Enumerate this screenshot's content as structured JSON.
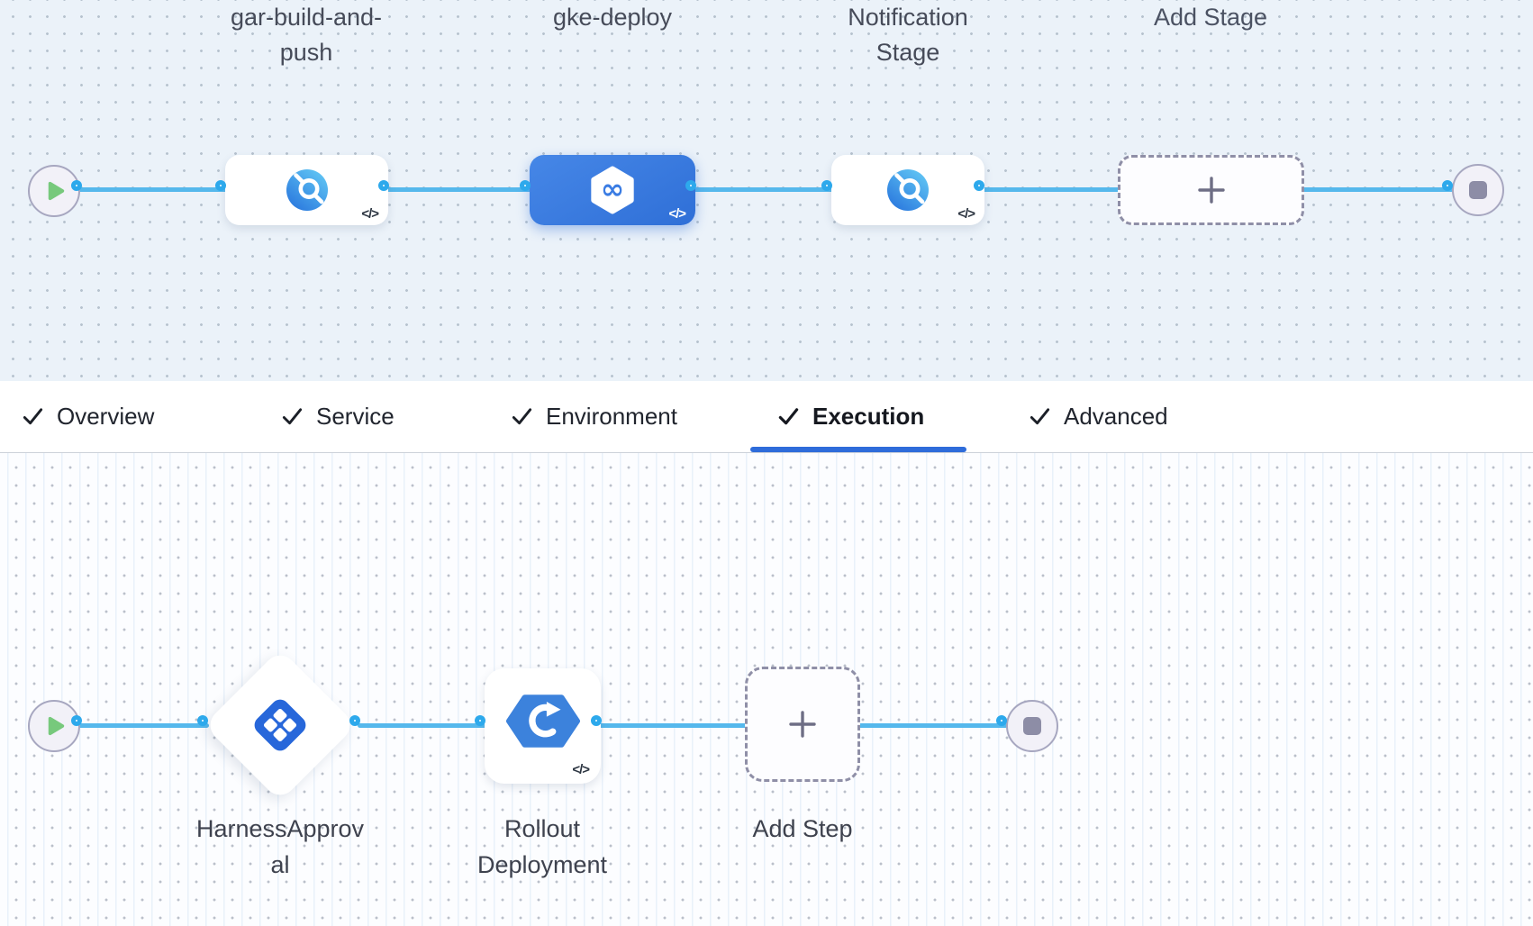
{
  "pipeline": {
    "stages": [
      {
        "name": "gar-build-and-push",
        "icon": "ci-circle-icon",
        "selected": false,
        "code": "</>"
      },
      {
        "name": "gke-deploy",
        "icon": "cd-hexagon-infinity-icon",
        "selected": true,
        "code": "</>"
      },
      {
        "name": "Notification Stage",
        "icon": "custom-circle-icon",
        "selected": false,
        "code": "</>"
      }
    ],
    "add_stage_label": "Add Stage"
  },
  "tabs": {
    "items": [
      {
        "label": "Overview",
        "checked": true,
        "active": false
      },
      {
        "label": "Service",
        "checked": true,
        "active": false
      },
      {
        "label": "Environment",
        "checked": true,
        "active": false
      },
      {
        "label": "Execution",
        "checked": true,
        "active": true
      },
      {
        "label": "Advanced",
        "checked": true,
        "active": false
      }
    ]
  },
  "execution": {
    "steps": [
      {
        "name": "HarnessApproval",
        "icon": "approval-diamond-icon"
      },
      {
        "name": "Rollout Deployment",
        "icon": "k8s-rollout-hexagon-icon",
        "code": "</>"
      }
    ],
    "add_step_label": "Add Step"
  },
  "glyphs": {
    "code_toggle": "</>"
  },
  "icons": {
    "start_node": "play-icon",
    "end_node": "stop-icon",
    "tab_check": "check-icon",
    "add": "plus-icon"
  },
  "colors": {
    "edge_blue": "#55b8ec",
    "port_stroke": "#2da9ec",
    "selected_stage_blue": "#3677dd",
    "active_tab_underline": "#2e6cda",
    "stage_canvas_bg": "#ebf2f9",
    "exec_canvas_bg": "#fcfdff",
    "play_green": "#77c97c",
    "node_gray": "#8d8da6"
  }
}
